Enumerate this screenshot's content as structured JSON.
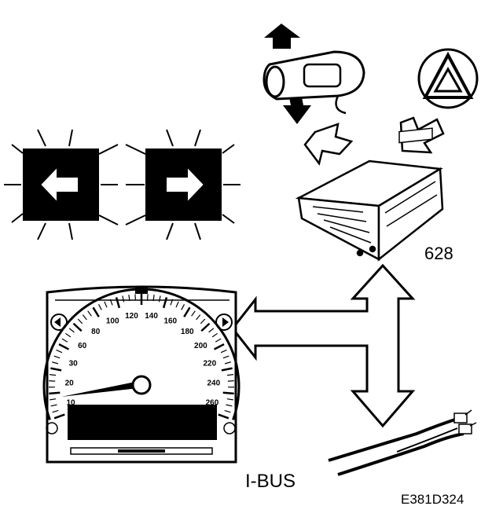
{
  "labels": {
    "module_number": "628",
    "bus_name": "I-BUS",
    "figure_code": "E381D324"
  },
  "speedometer": {
    "tick_labels": [
      "10",
      "20",
      "30",
      "60",
      "80",
      "100",
      "120",
      "140",
      "160",
      "180",
      "200",
      "220",
      "240",
      "260"
    ]
  },
  "icons": {
    "left_indicator": "arrow-left-icon",
    "right_indicator": "arrow-right-icon",
    "hazard_switch": "hazard-triangle-icon",
    "stalk": "turn-signal-stalk-icon"
  },
  "colors": {
    "ink": "#000000",
    "paper": "#ffffff"
  }
}
